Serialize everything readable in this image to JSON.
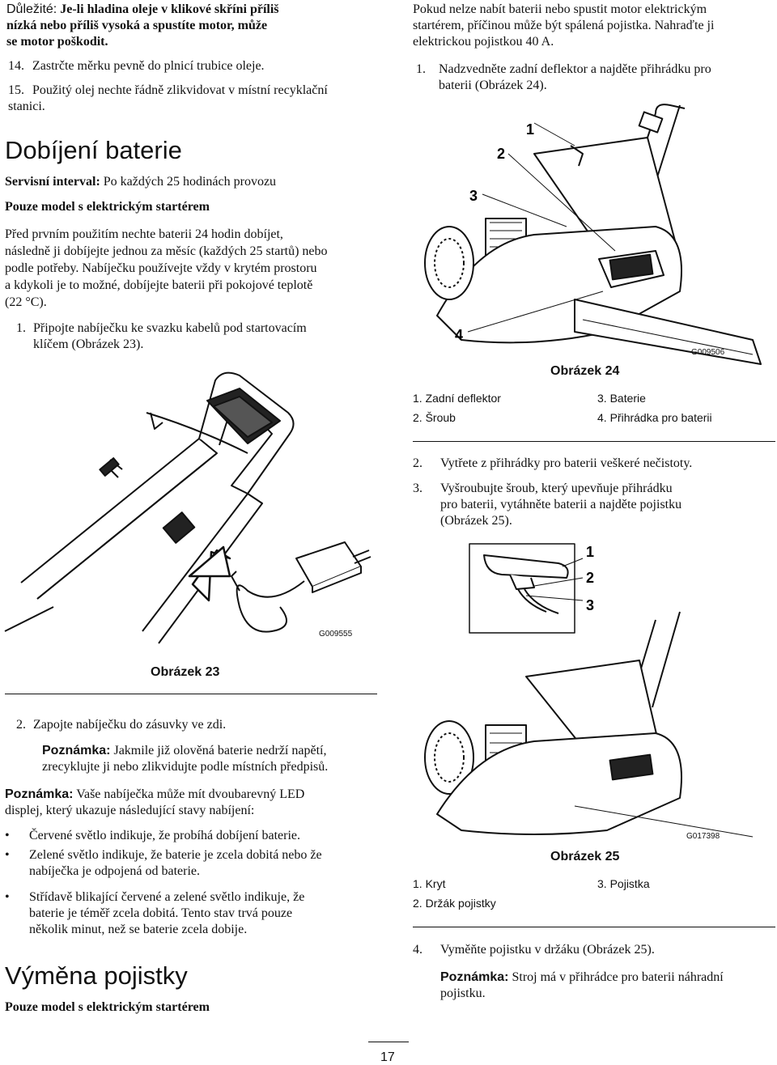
{
  "left": {
    "important_label": "Důležité:",
    "important_text_1": "Je-li hladina oleje v klikové skříni příliš",
    "important_text_2": "nízká nebo příliš vysoká a spustíte motor, může",
    "important_text_3": "se motor poškodit.",
    "step14_num": "14.",
    "step14_text": "Zastrčte měrku pevně do plnicí trubice oleje.",
    "step15_num": "15.",
    "step15_text_1": "Použitý olej nechte řádně zlikvidovat v místní recyklační",
    "step15_text_2": "stanici.",
    "section_title": "Dobíjení baterie",
    "service_label": "Servisní interval:",
    "service_value": "Po každých 25 hodinách provozu",
    "model_note": "Pouze model s elektrickým startérem",
    "para_1": "Před prvním použitím nechte baterii 24 hodin dobíjet,",
    "para_2": "následně ji dobíjejte jednou za měsíc (každých 25 startů) nebo",
    "para_3": "podle potřeby. Nabíječku používejte vždy v krytém prostoru",
    "para_4": "a kdykoli je to možné, dobíjejte baterii při pokojové teplotě",
    "para_5": "(22 °C).",
    "step1_num": "1.",
    "step1_text_1": "Připojte nabíječku ke svazku kabelů pod startovacím",
    "step1_text_2": "klíčem (Obrázek 23).",
    "fig23_code": "G009555",
    "fig23_caption": "Obrázek 23",
    "step2_num": "2.",
    "step2_text": "Zapojte nabíječku do zásuvky ve zdi.",
    "note1_label": "Poznámka:",
    "note1_text_1": "Jakmile již olověná baterie nedrží napětí,",
    "note1_text_2": "zrecyklujte ji nebo zlikvidujte podle místních předpisů.",
    "note2_label": "Poznámka:",
    "note2_text_1": "Vaše nabíječka může mít dvoubarevný LED",
    "note2_text_2": "displej, který ukazuje následující stavy nabíjení:",
    "bullet_1": "Červené světlo indikuje, že probíhá dobíjení baterie.",
    "bullet_2_1": "Zelené světlo indikuje, že baterie je zcela dobitá nebo že",
    "bullet_2_2": "nabíječka je odpojená od baterie.",
    "bullet_3_1": "Střídavě blikající červené a zelené světlo indikuje, že",
    "bullet_3_2": "baterie je téměř zcela dobitá. Tento stav trvá pouze",
    "bullet_3_3": "několik minut, než se baterie zcela dobije.",
    "section2_title": "Výměna pojistky",
    "model_note_2": "Pouze model s elektrickým startérem",
    "bullet_glyph": "•"
  },
  "right": {
    "intro_1": "Pokud nelze nabít baterii nebo spustit motor elektrickým",
    "intro_2": "startérem, příčinou může být spálená pojistka. Nahraďte ji",
    "intro_3": "elektrickou pojistkou 40 A.",
    "step1_num": "1.",
    "step1_text_1": "Nadzvedněte zadní deflektor a najděte přihrádku pro",
    "step1_text_2": "baterii (Obrázek 24).",
    "fig24_callouts": [
      "1",
      "2",
      "3",
      "4"
    ],
    "fig24_code": "G009506",
    "fig24_caption": "Obrázek 24",
    "fig24_legend": [
      {
        "num": "1.",
        "text": "Zadní deflektor"
      },
      {
        "num": "2.",
        "text": "Šroub"
      },
      {
        "num": "3.",
        "text": "Baterie"
      },
      {
        "num": "4.",
        "text": "Přihrádka pro baterii"
      }
    ],
    "step2_num": "2.",
    "step2_text": "Vytřete z přihrádky pro baterii veškeré nečistoty.",
    "step3_num": "3.",
    "step3_text_1": "Vyšroubujte šroub, který upevňuje přihrádku",
    "step3_text_2": "pro baterii, vytáhněte baterii a najděte pojistku",
    "step3_text_3": "(Obrázek 25).",
    "fig25_callouts": [
      "1",
      "2",
      "3"
    ],
    "fig25_code": "G017398",
    "fig25_caption": "Obrázek 25",
    "fig25_legend": [
      {
        "num": "1.",
        "text": "Kryt"
      },
      {
        "num": "2.",
        "text": "Držák pojistky"
      },
      {
        "num": "3.",
        "text": "Pojistka"
      }
    ],
    "step4_num": "4.",
    "step4_text": "Vyměňte pojistku v držáku (Obrázek 25).",
    "note_label": "Poznámka:",
    "note_text_1": "Stroj má v přihrádce pro baterii náhradní",
    "note_text_2": "pojistku."
  },
  "footer": {
    "page_number": "17"
  }
}
